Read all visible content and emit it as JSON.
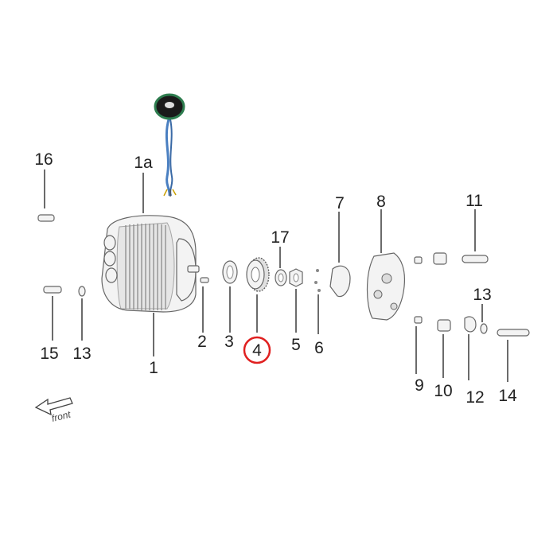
{
  "labels": {
    "p16": "16",
    "p1a": "1a",
    "p1": "1",
    "p2": "2",
    "p3": "3",
    "p4": "4",
    "p5": "5",
    "p6": "6",
    "p7": "7",
    "p8": "8",
    "p9": "9",
    "p10": "10",
    "p11": "11",
    "p12": "12",
    "p13a": "13",
    "p13b": "13",
    "p14": "14",
    "p15": "15",
    "p17": "17"
  },
  "orientation": {
    "text": "front"
  },
  "highlight": {
    "part": "4",
    "color": "#e02020"
  },
  "colors": {
    "cable": "#4a7fc1",
    "sensor_ring": "#2e7d4f"
  }
}
